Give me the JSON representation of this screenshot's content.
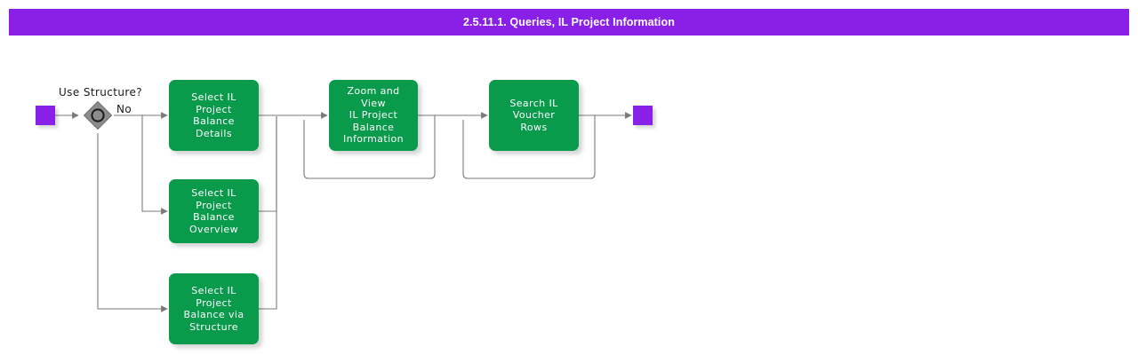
{
  "header": {
    "title": "2.5.11.1. Queries, IL Project Information",
    "background_color": "#8A1FE8",
    "text_color": "#FFFFFF"
  },
  "theme": {
    "task_color": "#099A4C",
    "terminator_color": "#8A1FE8",
    "decision_color": "#8C8C8C",
    "connector_color": "#7A7A7A",
    "canvas_color": "#FFFFFF"
  },
  "diagram": {
    "type": "flowchart",
    "start_node": {
      "name": "start",
      "shape": "square",
      "label": ""
    },
    "end_node": {
      "name": "end",
      "shape": "square",
      "label": ""
    },
    "decision": {
      "name": "use-structure",
      "caption": "Use Structure?",
      "shape": "diamond",
      "branches": [
        {
          "label": "No",
          "target": "select-il-project-balance-details"
        },
        {
          "label": "",
          "target": "select-il-project-balance-overview"
        },
        {
          "label": "",
          "target": "select-il-project-balance-via-structure"
        }
      ]
    },
    "tasks": [
      {
        "id": "select-il-project-balance-details",
        "label": "Select IL\nProject\nBalance\nDetails"
      },
      {
        "id": "select-il-project-balance-overview",
        "label": "Select IL Project\nBalance\nOverview"
      },
      {
        "id": "select-il-project-balance-via-structure",
        "label": "Select IL\nProject\nBalance via\nStructure"
      },
      {
        "id": "zoom-and-view-il-project-balance-information",
        "label": "Zoom and View\nIL Project\nBalance\nInformation"
      },
      {
        "id": "search-il-voucher-rows",
        "label": "Search IL\nVoucher\nRows"
      }
    ]
  }
}
